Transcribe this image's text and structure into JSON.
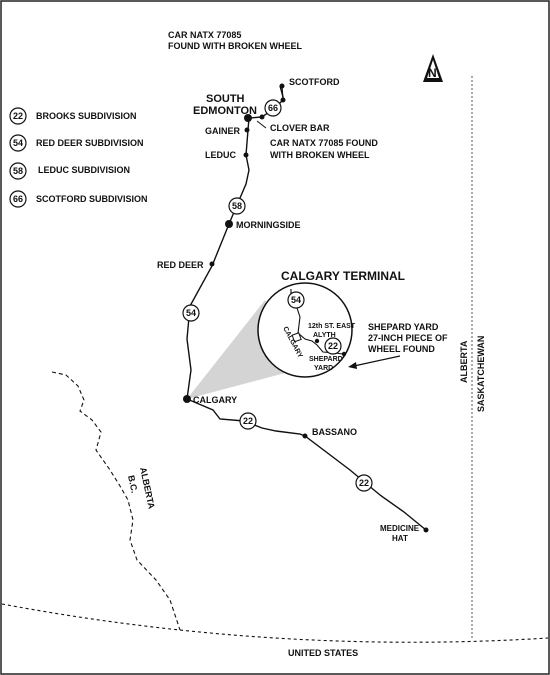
{
  "title_note": {
    "line1": "CAR NATX 77085",
    "line2": "FOUND WITH BROKEN WHEEL"
  },
  "north_arrow": {
    "label": "N",
    "icon": "north-arrow-icon"
  },
  "legend": [
    {
      "number": "22",
      "label": "BROOKS SUBDIVISION"
    },
    {
      "number": "54",
      "label": "RED DEER SUBDIVISION"
    },
    {
      "number": "58",
      "label": "LEDUC SUBDIVISION"
    },
    {
      "number": "66",
      "label": "SCOTFORD SUBDIVISION"
    }
  ],
  "places": {
    "scotford": "SCOTFORD",
    "south_edmonton_1": "SOUTH",
    "south_edmonton_2": "EDMONTON",
    "gainer": "GAINER",
    "clover_bar": "CLOVER BAR",
    "clover_note_1": "CAR NATX 77085 FOUND",
    "clover_note_2": "WITH BROKEN WHEEL",
    "leduc": "LEDUC",
    "morningside": "MORNINGSIDE",
    "red_deer": "RED DEER",
    "calgary": "CALGARY",
    "bassano": "BASSANO",
    "medicine_hat_1": "MEDICINE",
    "medicine_hat_2": "HAT"
  },
  "route_markers": {
    "scotford_sub": "66",
    "leduc_sub": "58",
    "red_deer_sub": "54",
    "brooks_sub_1": "22",
    "brooks_sub_2": "22"
  },
  "inset": {
    "title": "CALGARY TERMINAL",
    "calgary": "CALGARY",
    "marker_54": "54",
    "marker_22": "22",
    "alyth_1": "12th ST. EAST",
    "alyth_2": "ALYTH",
    "shepard_1": "SHEPARD",
    "shepard_2": "YARD"
  },
  "shepard_callout": {
    "line1": "SHEPARD YARD",
    "line2": "27-INCH PIECE OF",
    "line3": "WHEEL FOUND"
  },
  "borders": {
    "alberta_east": "ALBERTA",
    "saskatchewan": "SASKATCHEWAN",
    "alberta_west": "ALBERTA",
    "bc": "B.C.",
    "united_states": "UNITED STATES"
  }
}
